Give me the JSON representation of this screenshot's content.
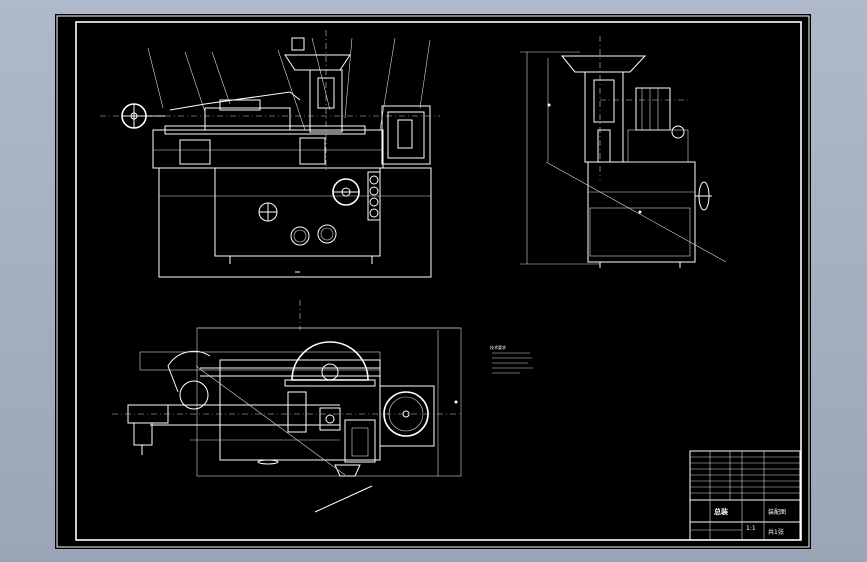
{
  "title_block": {
    "part_name": "总装",
    "drawing_label": "装配图",
    "scale_label": "1:1",
    "sheet_label": "共1张"
  },
  "technical_requirements": {
    "heading": "技术要求"
  },
  "colors": {
    "background": "#9aa6b8",
    "sheet": "#000000",
    "lines": "#ffffff"
  }
}
